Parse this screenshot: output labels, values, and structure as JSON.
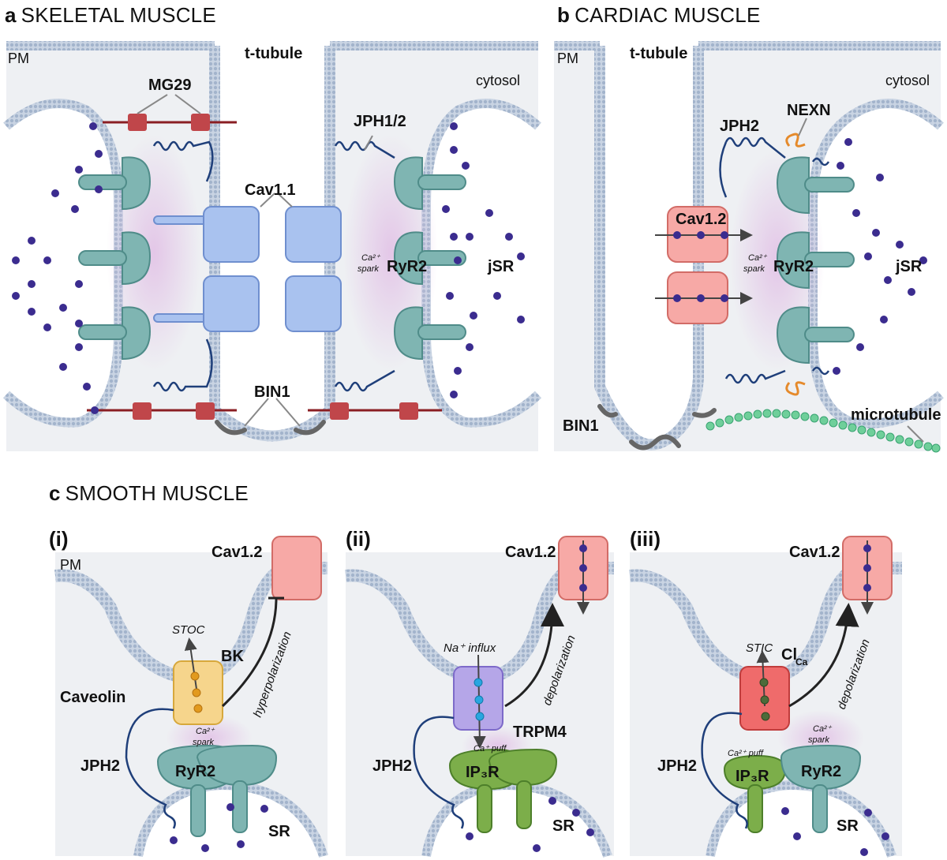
{
  "panels": {
    "a": {
      "letter": "a",
      "title": "SKELETAL MUSCLE"
    },
    "b": {
      "letter": "b",
      "title": "CARDIAC MUSCLE"
    },
    "c": {
      "letter": "c",
      "title": "SMOOTH MUSCLE"
    }
  },
  "sub_panels": [
    "(i)",
    "(ii)",
    "(iii)"
  ],
  "labels_a": {
    "pm": "PM",
    "ttubule": "t-tubule",
    "cytosol": "cytosol",
    "mg29": "MG29",
    "jph": "JPH1/2",
    "cav": "Cav1.1",
    "spark_top": "Ca²⁺",
    "spark_bottom": "spark",
    "ryr": "RyR2",
    "jsr": "jSR",
    "bin1": "BIN1"
  },
  "labels_b": {
    "pm": "PM",
    "ttubule": "t-tubule",
    "cytosol": "cytosol",
    "nexn": "NEXN",
    "jph": "JPH2",
    "cav": "Cav1.2",
    "spark_top": "Ca²⁺",
    "spark_bottom": "spark",
    "ryr": "RyR2",
    "jsr": "jSR",
    "bin1": "BIN1",
    "microtubule": "microtubule"
  },
  "labels_c1": {
    "pm": "PM",
    "cav": "Cav1.2",
    "stoc": "STOC",
    "bk": "BK",
    "caveolin": "Caveolin",
    "hyper": "hyperpolarization",
    "spark_top": "Ca²⁺",
    "spark_bottom": "spark",
    "jph": "JPH2",
    "ryr": "RyR2",
    "sr": "SR"
  },
  "labels_c2": {
    "cav": "Cav1.2",
    "na": "Na⁺ influx",
    "depol": "depolarization",
    "trpm": "TRPM4",
    "puff": "Ca⁺ puff",
    "jph": "JPH2",
    "ip3r": "IP₃R",
    "sr": "SR"
  },
  "labels_c3": {
    "cav": "Cav1.2",
    "stic": "STIC",
    "cl": "Cl",
    "cl_sub": "Ca",
    "depol": "depolarization",
    "spark_top": "Ca²⁺",
    "spark_bottom": "spark",
    "puff": "Ca²⁺ puff",
    "jph": "JPH2",
    "ip3r": "IP₃R",
    "ryr": "RyR2",
    "sr": "SR"
  },
  "colors": {
    "membrane": "#a9b9cf",
    "cytosol_bg": "#eef0f3",
    "ryr": "#7fb5b2",
    "cav11": "#a9c2ef",
    "cav12": "#f7a9a6",
    "ca_dot": "#3b2c8f",
    "jph": "#1f3f7a",
    "spark": "#e6cbe9",
    "bk": "#f6d58c",
    "trpm4": "#b5a6e8",
    "clca": "#ef6b6b",
    "ip3r": "#7cae4a",
    "mg29": "#c0464a",
    "microtubule": "#6fcf9a"
  }
}
